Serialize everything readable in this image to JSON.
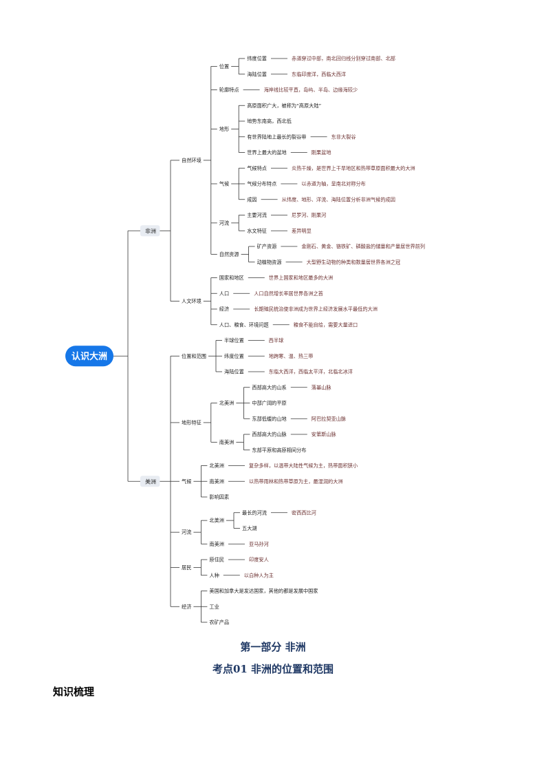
{
  "mindmap": {
    "root": "认识大洲",
    "branches": [
      {
        "label": "非洲",
        "children": [
          {
            "label": "自然环境",
            "children": [
              {
                "label": "位置",
                "children": [
                  {
                    "label": "纬度位置",
                    "note": "赤道穿过中部，南北回归线分别穿过南部、北部"
                  },
                  {
                    "label": "海陆位置",
                    "note": "东临印度洋，西临大西洋"
                  }
                ]
              },
              {
                "label": "轮廓特点",
                "note": "海岸线比较平直，岛屿、半岛、边缘海较少"
              },
              {
                "label": "地形",
                "children": [
                  {
                    "label": "高原面积广大，被称为“高原大陆”"
                  },
                  {
                    "label": "地势东南高，西北低"
                  },
                  {
                    "label": "有世界陆地上最长的裂谷带",
                    "note": "东非大裂谷"
                  },
                  {
                    "label": "世界上最大的盆地",
                    "note": "刚果盆地"
                  }
                ]
              },
              {
                "label": "气候",
                "children": [
                  {
                    "label": "气候特点",
                    "note": "炎热干燥，是世界上干旱地区和热带草原面积最大的大洲"
                  },
                  {
                    "label": "气候分布特点",
                    "note": "以赤道为轴，呈南北对称分布"
                  },
                  {
                    "label": "成因",
                    "note": "从纬度、地形、洋流、海陆位置分析非洲气候的成因"
                  }
                ]
              },
              {
                "label": "河流",
                "children": [
                  {
                    "label": "主要河流",
                    "note": "尼罗河、刚果河"
                  },
                  {
                    "label": "水文特征",
                    "note": "差异明显"
                  }
                ]
              },
              {
                "label": "自然资源",
                "children": [
                  {
                    "label": "矿产资源",
                    "note": "金刚石、黄金、铬铁矿、磷酸盐的储量和产量居世界前列"
                  },
                  {
                    "label": "动植物资源",
                    "note": "大型野生动物的种类和数量居世界各洲之冠"
                  }
                ]
              }
            ]
          },
          {
            "label": "人文环境",
            "children": [
              {
                "label": "国家和地区",
                "note": "世界上国家和地区最多的大洲"
              },
              {
                "label": "人口",
                "note": "人口自然增长率居世界各洲之首"
              },
              {
                "label": "经济",
                "note": "长期殖民统治使非洲成为世界上经济发展水平最低的大洲"
              },
              {
                "label": "人口、粮食、环境问题",
                "note": "粮食不能自给，需要大量进口"
              }
            ]
          }
        ]
      },
      {
        "label": "美洲",
        "children": [
          {
            "label": "位置和范围",
            "children": [
              {
                "label": "半球位置",
                "note": "西半球"
              },
              {
                "label": "纬度位置",
                "note": "地跨寒、温、热三带"
              },
              {
                "label": "海陆位置",
                "note": "东临大西洋，西临太平洋，北临北冰洋"
              }
            ]
          },
          {
            "label": "地形特征",
            "children": [
              {
                "label": "北美洲",
                "children": [
                  {
                    "label": "西部高大的山系",
                    "note": "落基山脉"
                  },
                  {
                    "label": "中部广阔的平原"
                  },
                  {
                    "label": "东部低缓的山地",
                    "note": "阿巴拉契亚山脉"
                  }
                ]
              },
              {
                "label": "南美洲",
                "children": [
                  {
                    "label": "西部高大的山脉",
                    "note": "安第斯山脉"
                  },
                  {
                    "label": "东部平原和高原相间分布"
                  }
                ]
              }
            ]
          },
          {
            "label": "气候",
            "children": [
              {
                "label": "北美洲",
                "note": "复杂多样，以温带大陆性气候为主，热带面积狭小"
              },
              {
                "label": "南美洲",
                "note": "以热带雨林和热带草原为主，最湿润的大洲"
              },
              {
                "label": "影响因素"
              }
            ]
          },
          {
            "label": "河流",
            "children": [
              {
                "label": "北美洲",
                "children": [
                  {
                    "label": "最长的河流",
                    "note": "密西西比河"
                  },
                  {
                    "label": "五大湖"
                  }
                ]
              },
              {
                "label": "南美洲",
                "note": "亚马孙河"
              }
            ]
          },
          {
            "label": "居民",
            "children": [
              {
                "label": "原住民",
                "note": "印度安人"
              },
              {
                "label": "人种",
                "note": "以白种人为主"
              }
            ]
          },
          {
            "label": "经济",
            "children": [
              {
                "label": "美国和加拿大是发达国家，其他的都是发展中国家"
              },
              {
                "label": "工业"
              },
              {
                "label": "农矿产品"
              }
            ]
          }
        ]
      }
    ]
  },
  "part_title": "第一部分  非洲",
  "section_title": "考点01  非洲的位置和范围",
  "subheading": "知识梳理",
  "colors": {
    "root_fill": "#1677e8",
    "root_text": "#ffffff",
    "branch_fill": "#e8ecf2",
    "line": "#333333",
    "heading": "#1f3864",
    "note_text": "#6b3030"
  }
}
